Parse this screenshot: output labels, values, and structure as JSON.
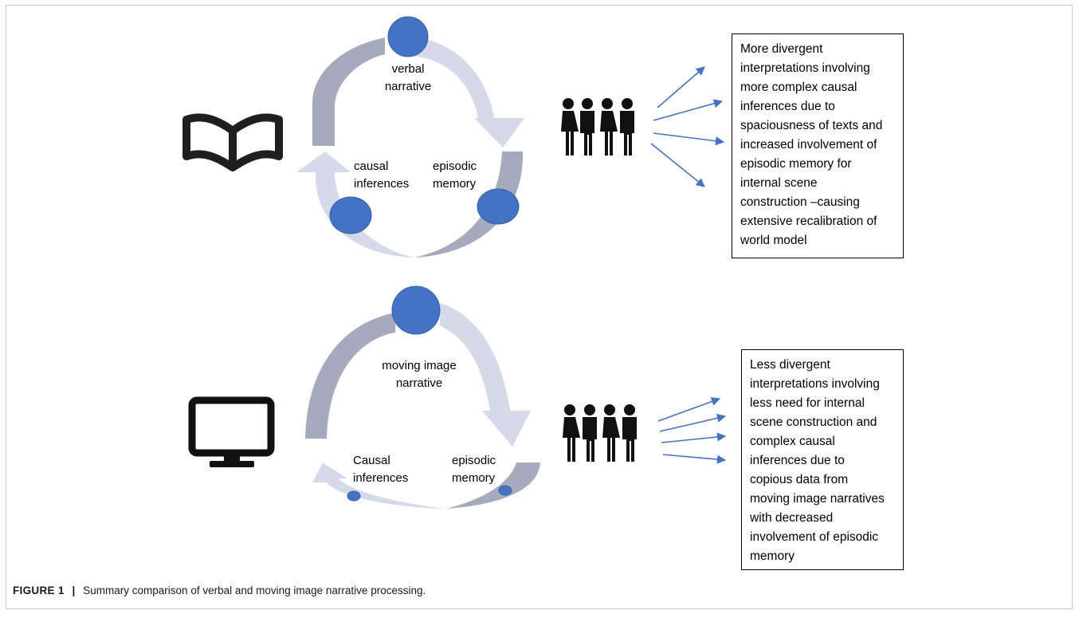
{
  "colors": {
    "node_fill": "#4472c4",
    "node_stroke": "#3a5fa0",
    "arrow_dark": "#a5abbd",
    "arrow_light": "#d5daeb",
    "fan_arrow": "#4472c4",
    "icon": "#1f1f1f"
  },
  "top_cycle": {
    "icon": "open-book-icon",
    "node_top_label_line1": "verbal",
    "node_top_label_line2": "narrative",
    "left_label_line1": "causal",
    "left_label_line2": "inferences",
    "right_label_line1": "episodic",
    "right_label_line2": "memory",
    "description_lines": [
      "More divergent",
      "interpretations involving",
      "more complex causal",
      "inferences due to",
      "spaciousness of texts and",
      "increased involvement of",
      "episodic memory for",
      "internal scene",
      "construction –causing",
      "extensive recalibration of",
      "world model"
    ]
  },
  "bottom_cycle": {
    "icon": "monitor-icon",
    "node_top_label_line1": "moving image",
    "node_top_label_line2": "narrative",
    "left_label_line1": "Causal",
    "left_label_line2": "inferences",
    "right_label_line1": "episodic",
    "right_label_line2": "memory",
    "description_lines": [
      "Less divergent",
      "interpretations involving",
      "less need for internal",
      "scene construction and",
      "complex causal",
      "inferences due to",
      "copious data from",
      "moving image narratives",
      "with decreased",
      "involvement of episodic",
      "memory"
    ]
  },
  "caption": {
    "label": "FIGURE 1",
    "separator": "|",
    "text": "Summary comparison of verbal and moving image narrative processing."
  }
}
